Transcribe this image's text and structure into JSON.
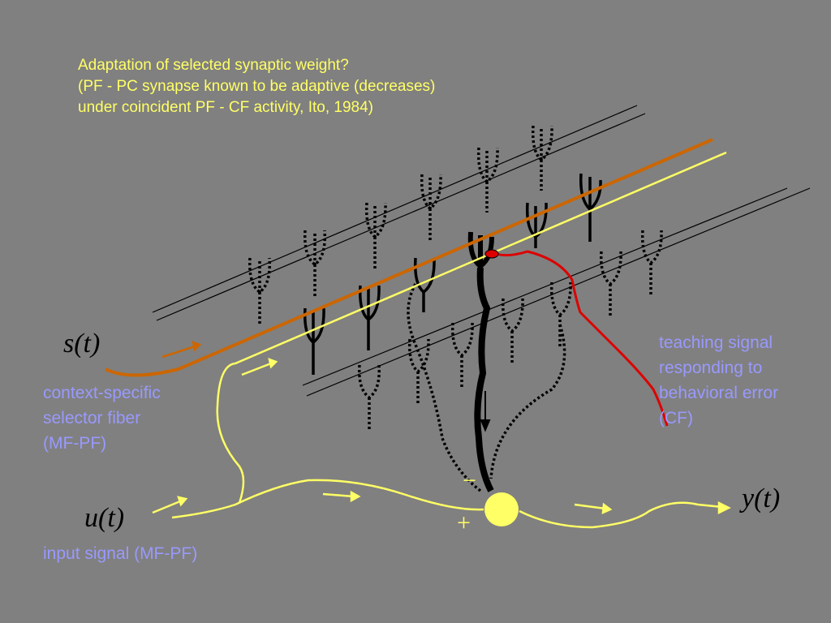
{
  "title": {
    "line1": "Adaptation of selected synaptic weight?",
    "line2": "(PF - PC synapse known to be adaptive (decreases)",
    "line3": "under coincident PF - CF activity, Ito, 1984)"
  },
  "labels": {
    "s": "s(t)",
    "u": "u(t)",
    "y": "y(t)",
    "minus": "−",
    "plus": "+"
  },
  "selector": {
    "line1": "context-specific",
    "line2": "selector fiber",
    "line3": "(MF-PF)"
  },
  "input": {
    "text": "input signal (MF-PF)"
  },
  "teaching": {
    "line1": "teaching signal",
    "line2": "responding to",
    "line3": "behavioral error",
    "line4": "(CF)"
  },
  "colors": {
    "background": "#808080",
    "input_fiber": "#ffff66",
    "selector_fiber": "#cc6600",
    "climbing_fiber": "#dd0000",
    "label_blue": "#9999ff",
    "neuron": "#ffff66"
  }
}
